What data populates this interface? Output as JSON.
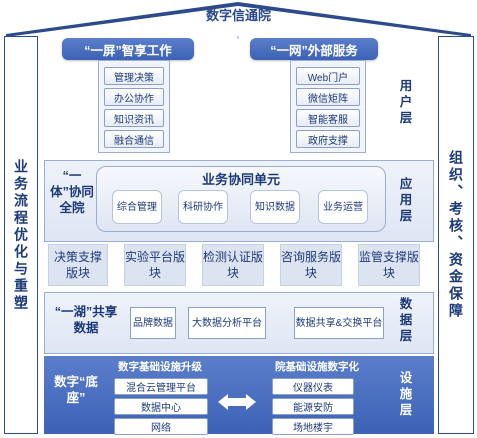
{
  "roof": {
    "title": "数字信通院"
  },
  "left_column": "业务流程优化与重塑",
  "right_column": "组织、考核、资金保障",
  "user_layer": {
    "label": "用户层",
    "left": {
      "header": "“一屏”智享工作",
      "items": [
        "管理决策",
        "办公协作",
        "知识资讯",
        "融合通信"
      ]
    },
    "right": {
      "header": "“一网”外部服务",
      "items": [
        "Web门户",
        "微信矩阵",
        "智能客服",
        "政府支撑"
      ]
    }
  },
  "app_layer": {
    "label": "应用层",
    "side_label": "“一体”协同全院",
    "unit_title": "业务协同单元",
    "units": [
      "综合管理",
      "科研协作",
      "知识数据",
      "业务运营"
    ],
    "modules": [
      "决策支撑版块",
      "实验平台版块",
      "检测认证版块",
      "咨询服务版块",
      "监管支撑版块"
    ]
  },
  "data_layer": {
    "label": "数据层",
    "side_label": "“一湖”共享数据",
    "items": [
      "品牌数据",
      "大数据分析平台",
      "数据共享&交换平台"
    ]
  },
  "infra_layer": {
    "label": "设施层",
    "side_label": "数字“底座”",
    "left_title": "数字基础设施升级",
    "left_items": [
      "混合云管理平台",
      "数据中心",
      "网络"
    ],
    "right_title": "院基础设施数字化",
    "right_items": [
      "仪器仪表",
      "能源安防",
      "场地楼宇"
    ]
  }
}
